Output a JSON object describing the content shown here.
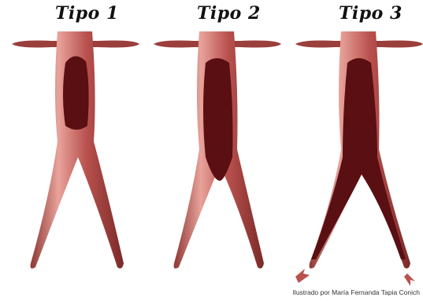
{
  "types": [
    {
      "label": "Tipo 1",
      "fill_fraction": 0.45,
      "broken_apex": false
    },
    {
      "label": "Tipo 2",
      "fill_fraction": 0.7,
      "broken_apex": false
    },
    {
      "label": "Tipo 3",
      "fill_fraction": 0.85,
      "broken_apex": true
    }
  ],
  "credit": "Ilustrado por María Fernanda Tapia Conich",
  "colors": {
    "root": "#b9514e",
    "root_highlight": "#e8a39b",
    "root_shadow": "#7a2a28",
    "canal": "#5a0f12"
  }
}
